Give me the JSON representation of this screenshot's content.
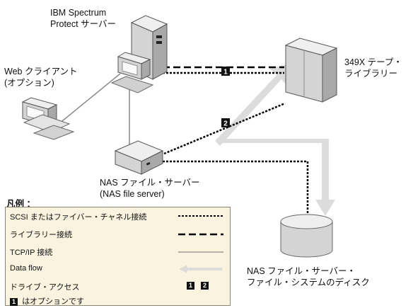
{
  "labels": {
    "server": [
      "IBM Spectrum",
      "Protect サーバー"
    ],
    "web_client": [
      "Web クライアント",
      "(オプション)"
    ],
    "tape_library": [
      "349X テープ・",
      "ライブラリー"
    ],
    "nas_server": [
      "NAS ファイル・サーバー",
      "(NAS file server)"
    ],
    "nas_disk": [
      "NAS ファイル・サーバー・",
      "ファイル・システムのディスク"
    ]
  },
  "markers": {
    "one": "1",
    "two": "2"
  },
  "legend": {
    "title": "凡例 ：",
    "scsi": "SCSI またはファイバー・チャネル接続",
    "library": "ライブラリー接続",
    "tcpip": "TCP/IP 接続",
    "dataflow": "Data flow",
    "drive": "ドライブ・アクセス",
    "drive_badges": [
      "1",
      "2"
    ],
    "optional_badge": "1",
    "optional_text": "はオプションです"
  },
  "colors": {
    "legend_bg": "#f9f3df",
    "dataflow_arrow": "#dcdcdc",
    "device_light": "#efefef",
    "device_mid": "#d4d4d4",
    "device_dark": "#a9a9a9"
  }
}
